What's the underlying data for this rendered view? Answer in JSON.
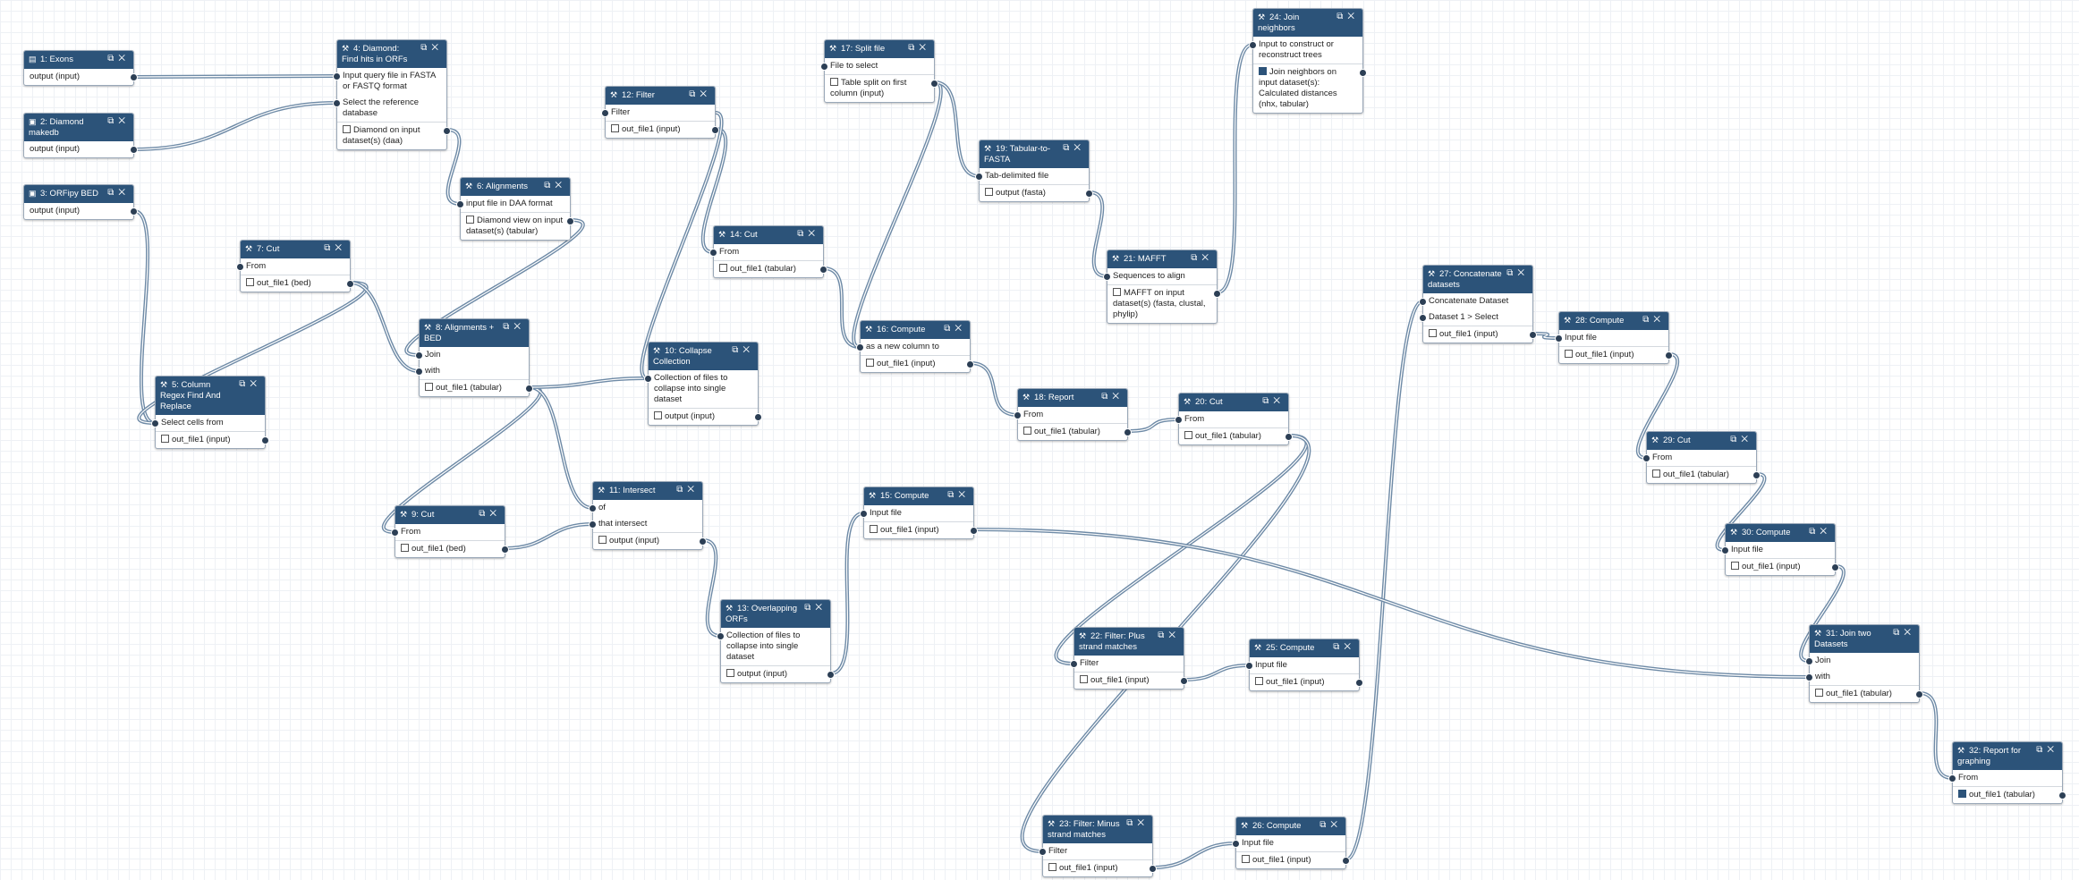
{
  "colors": {
    "header": "#2c5379",
    "edge": "#6e8aa6",
    "terminal": "#2c3f55"
  },
  "icons": {
    "input": "file-icon",
    "folder": "folder-icon",
    "tool": "wrench-icon",
    "copy": "copy-icon",
    "close": "close-icon"
  },
  "nodes": [
    {
      "id": 1,
      "title": "1: Exons",
      "icon": "file",
      "rows": [
        {
          "text": "output (input)",
          "out": true
        }
      ]
    },
    {
      "id": 2,
      "title": "2: Diamond makedb",
      "icon": "folder",
      "rows": [
        {
          "text": "output (input)",
          "out": true
        }
      ]
    },
    {
      "id": 3,
      "title": "3: ORFipy BED",
      "icon": "folder",
      "rows": [
        {
          "text": "output (input)",
          "out": true
        }
      ]
    },
    {
      "id": 4,
      "title": "4: Diamond: Find hits in ORFs",
      "icon": "tool",
      "rows": [
        {
          "text": "Input query file in FASTA or FASTQ format",
          "in": true
        },
        {
          "text": "Select the reference database",
          "in": true
        },
        {
          "text": "Diamond on input dataset(s) (daa)",
          "out": true,
          "cb": true,
          "sep": true
        }
      ]
    },
    {
      "id": 5,
      "title": "5: Column Regex Find And Replace",
      "icon": "tool",
      "rows": [
        {
          "text": "Select cells from",
          "in": true
        },
        {
          "text": "out_file1 (input)",
          "out": true,
          "cb": true,
          "sep": true
        }
      ]
    },
    {
      "id": 6,
      "title": "6: Alignments",
      "icon": "tool",
      "rows": [
        {
          "text": "input file in DAA format",
          "in": true
        },
        {
          "text": "Diamond view on input dataset(s) (tabular)",
          "out": true,
          "cb": true,
          "sep": true
        }
      ]
    },
    {
      "id": 7,
      "title": "7: Cut",
      "icon": "tool",
      "rows": [
        {
          "text": "From",
          "in": true
        },
        {
          "text": "out_file1 (bed)",
          "out": true,
          "cb": true,
          "sep": true
        }
      ]
    },
    {
      "id": 8,
      "title": "8: Alignments + BED",
      "icon": "tool",
      "rows": [
        {
          "text": "Join",
          "in": true
        },
        {
          "text": "with",
          "in": true
        },
        {
          "text": "out_file1 (tabular)",
          "out": true,
          "cb": true,
          "sep": true
        }
      ]
    },
    {
      "id": 9,
      "title": "9: Cut",
      "icon": "tool",
      "rows": [
        {
          "text": "From",
          "in": true
        },
        {
          "text": "out_file1 (bed)",
          "out": true,
          "cb": true,
          "sep": true
        }
      ]
    },
    {
      "id": 10,
      "title": "10: Collapse Collection",
      "icon": "tool",
      "rows": [
        {
          "text": "Collection of files to collapse into single dataset",
          "in": true
        },
        {
          "text": "output (input)",
          "out": true,
          "cb": true,
          "sep": true
        }
      ]
    },
    {
      "id": 11,
      "title": "11: Intersect",
      "icon": "tool",
      "rows": [
        {
          "text": "of",
          "in": true
        },
        {
          "text": "that intersect",
          "in": true
        },
        {
          "text": "output (input)",
          "out": true,
          "cb": true,
          "sep": true
        }
      ]
    },
    {
      "id": 12,
      "title": "12: Filter",
      "icon": "tool",
      "rows": [
        {
          "text": "Filter",
          "in": true
        },
        {
          "text": "out_file1 (input)",
          "out": true,
          "cb": true,
          "sep": true
        }
      ]
    },
    {
      "id": 13,
      "title": "13: Overlapping ORFs",
      "icon": "tool",
      "rows": [
        {
          "text": "Collection of files to collapse into single dataset",
          "in": true
        },
        {
          "text": "output (input)",
          "out": true,
          "cb": true,
          "sep": true
        }
      ]
    },
    {
      "id": 14,
      "title": "14: Cut",
      "icon": "tool",
      "rows": [
        {
          "text": "From",
          "in": true
        },
        {
          "text": "out_file1 (tabular)",
          "out": true,
          "cb": true,
          "sep": true
        }
      ]
    },
    {
      "id": 15,
      "title": "15: Compute",
      "icon": "tool",
      "rows": [
        {
          "text": "Input file",
          "in": true
        },
        {
          "text": "out_file1 (input)",
          "out": true,
          "cb": true,
          "sep": true
        }
      ]
    },
    {
      "id": 16,
      "title": "16: Compute",
      "icon": "tool",
      "rows": [
        {
          "text": "as a new column to",
          "in": true
        },
        {
          "text": "out_file1 (input)",
          "out": true,
          "cb": true,
          "sep": true
        }
      ]
    },
    {
      "id": 17,
      "title": "17: Split file",
      "icon": "tool",
      "rows": [
        {
          "text": "File to select",
          "in": true
        },
        {
          "text": "Table split on first column (input)",
          "out": true,
          "cb": true,
          "sep": true
        }
      ]
    },
    {
      "id": 18,
      "title": "18: Report",
      "icon": "tool",
      "rows": [
        {
          "text": "From",
          "in": true
        },
        {
          "text": "out_file1 (tabular)",
          "out": true,
          "cb": true,
          "sep": true
        }
      ]
    },
    {
      "id": 19,
      "title": "19: Tabular-to-FASTA",
      "icon": "tool",
      "rows": [
        {
          "text": "Tab-delimited file",
          "in": true
        },
        {
          "text": "output (fasta)",
          "out": true,
          "cb": true,
          "sep": true
        }
      ]
    },
    {
      "id": 20,
      "title": "20: Cut",
      "icon": "tool",
      "rows": [
        {
          "text": "From",
          "in": true
        },
        {
          "text": "out_file1 (tabular)",
          "out": true,
          "cb": true,
          "sep": true
        }
      ]
    },
    {
      "id": 21,
      "title": "21: MAFFT",
      "icon": "tool",
      "rows": [
        {
          "text": "Sequences to align",
          "in": true
        },
        {
          "text": "MAFFT on input dataset(s) (fasta, clustal, phylip)",
          "out": true,
          "cb": true,
          "sep": true
        }
      ]
    },
    {
      "id": 22,
      "title": "22: Filter: Plus strand matches",
      "icon": "tool",
      "rows": [
        {
          "text": "Filter",
          "in": true
        },
        {
          "text": "out_file1 (input)",
          "out": true,
          "cb": true,
          "sep": true
        }
      ]
    },
    {
      "id": 23,
      "title": "23: Filter: Minus strand matches",
      "icon": "tool",
      "rows": [
        {
          "text": "Filter",
          "in": true
        },
        {
          "text": "out_file1 (input)",
          "out": true,
          "cb": true,
          "sep": true
        }
      ]
    },
    {
      "id": 24,
      "title": "24: Join neighbors",
      "icon": "tool",
      "rows": [
        {
          "text": "Input to construct or reconstruct trees",
          "in": true
        },
        {
          "text": "Join neighbors on input dataset(s): Calculated distances (nhx, tabular)",
          "out": true,
          "cb": true,
          "checked": true,
          "sep": true
        }
      ]
    },
    {
      "id": 25,
      "title": "25: Compute",
      "icon": "tool",
      "rows": [
        {
          "text": "Input file",
          "in": true
        },
        {
          "text": "out_file1 (input)",
          "out": true,
          "cb": true,
          "sep": true
        }
      ]
    },
    {
      "id": 26,
      "title": "26: Compute",
      "icon": "tool",
      "rows": [
        {
          "text": "Input file",
          "in": true
        },
        {
          "text": "out_file1 (input)",
          "out": true,
          "cb": true,
          "sep": true
        }
      ]
    },
    {
      "id": 27,
      "title": "27: Concatenate datasets",
      "icon": "tool",
      "rows": [
        {
          "text": "Concatenate Dataset",
          "in": true
        },
        {
          "text": "Dataset 1 > Select",
          "in": true
        },
        {
          "text": "out_file1 (input)",
          "out": true,
          "cb": true,
          "sep": true
        }
      ]
    },
    {
      "id": 28,
      "title": "28: Compute",
      "icon": "tool",
      "rows": [
        {
          "text": "Input file",
          "in": true
        },
        {
          "text": "out_file1 (input)",
          "out": true,
          "cb": true,
          "sep": true
        }
      ]
    },
    {
      "id": 29,
      "title": "29: Cut",
      "icon": "tool",
      "rows": [
        {
          "text": "From",
          "in": true
        },
        {
          "text": "out_file1 (tabular)",
          "out": true,
          "cb": true,
          "sep": true
        }
      ]
    },
    {
      "id": 30,
      "title": "30: Compute",
      "icon": "tool",
      "rows": [
        {
          "text": "Input file",
          "in": true
        },
        {
          "text": "out_file1 (input)",
          "out": true,
          "cb": true,
          "sep": true
        }
      ]
    },
    {
      "id": 31,
      "title": "31: Join two Datasets",
      "icon": "tool",
      "rows": [
        {
          "text": "Join",
          "in": true
        },
        {
          "text": "with",
          "in": true
        },
        {
          "text": "out_file1 (tabular)",
          "out": true,
          "cb": true,
          "sep": true
        }
      ]
    },
    {
      "id": 32,
      "title": "32: Report for graphing",
      "icon": "tool",
      "rows": [
        {
          "text": "From",
          "in": true
        },
        {
          "text": "out_file1 (tabular)",
          "out": true,
          "cb": true,
          "checked": true,
          "sep": true
        }
      ]
    }
  ],
  "connections": [
    [
      1,
      0,
      4,
      0
    ],
    [
      2,
      0,
      4,
      1
    ],
    [
      4,
      2,
      6,
      0
    ],
    [
      6,
      1,
      8,
      0
    ],
    [
      3,
      0,
      5,
      0
    ],
    [
      7,
      1,
      5,
      0
    ],
    [
      7,
      1,
      8,
      1
    ],
    [
      8,
      2,
      9,
      0
    ],
    [
      8,
      2,
      11,
      0
    ],
    [
      9,
      1,
      11,
      1
    ],
    [
      8,
      2,
      10,
      0
    ],
    [
      10,
      1,
      10,
      0
    ],
    [
      12,
      1,
      14,
      0
    ],
    [
      12,
      0,
      10,
      0
    ],
    [
      11,
      2,
      13,
      0
    ],
    [
      13,
      1,
      15,
      0
    ],
    [
      14,
      1,
      16,
      0
    ],
    [
      17,
      1,
      16,
      0
    ],
    [
      16,
      1,
      18,
      0
    ],
    [
      17,
      1,
      19,
      0
    ],
    [
      19,
      1,
      21,
      0
    ],
    [
      21,
      1,
      24,
      0
    ],
    [
      18,
      1,
      20,
      0
    ],
    [
      20,
      1,
      22,
      0
    ],
    [
      20,
      1,
      23,
      0
    ],
    [
      22,
      1,
      25,
      0
    ],
    [
      23,
      1,
      26,
      0
    ],
    [
      26,
      1,
      27,
      0
    ],
    [
      27,
      2,
      28,
      0
    ],
    [
      28,
      1,
      29,
      0
    ],
    [
      29,
      1,
      30,
      0
    ],
    [
      30,
      1,
      31,
      0
    ],
    [
      15,
      1,
      31,
      1
    ],
    [
      31,
      2,
      32,
      0
    ]
  ]
}
